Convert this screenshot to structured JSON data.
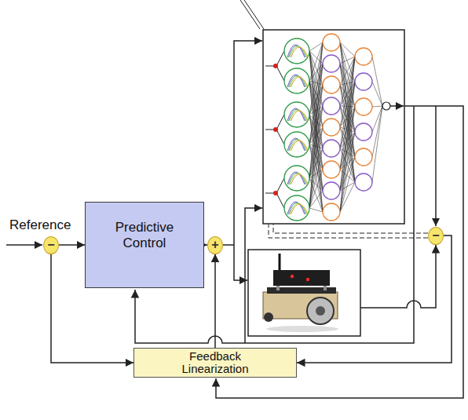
{
  "diagram": {
    "nodes": [
      {
        "text": [
          "−"
        ]
      },
      {
        "text": [
          "Predictive Control"
        ]
      },
      {
        "text": [
          "+"
        ]
      },
      {
        "text": [
          "−"
        ]
      },
      {
        "text": [
          "Feedback Linearization"
        ]
      }
    ],
    "edges": [
      {
        "from": 0,
        "to": 1,
        "arrow": "to"
      },
      {
        "from": 1,
        "to": 2,
        "arrow": "to"
      },
      {
        "from": 4,
        "to": 2,
        "arrow": "to"
      },
      {
        "from": 0,
        "to": 4,
        "arrow": "to"
      },
      {
        "from": 3,
        "to": 4,
        "arrow": "to"
      }
    ],
    "labels": [
      "Reference"
    ]
  }
}
